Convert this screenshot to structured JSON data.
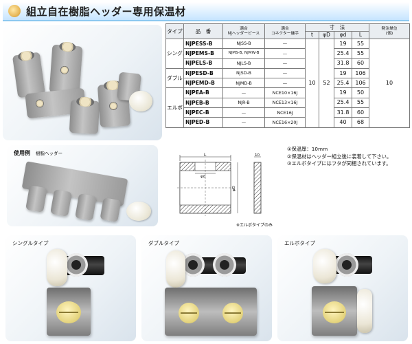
{
  "title": "組立自在樹脂ヘッダー専用保温材",
  "table": {
    "headers": {
      "type": "タイプ",
      "name": "品　番",
      "piece": "適合\nNJヘッダーピース",
      "connector": "適合\nコネクター継手",
      "dims": "寸　法",
      "t": "t",
      "phiD": "φD",
      "phid": "φd",
      "L": "L",
      "unit": "発注単位\n(個)"
    },
    "types": {
      "single": "シングル",
      "double": "ダブル",
      "elbow": "エルボ"
    },
    "rows": [
      {
        "name": "NJPESS-B",
        "piece": "NJSS-B",
        "connector": "—",
        "phid": "19",
        "L": "55"
      },
      {
        "name": "NJPEMS-B",
        "piece": "NJMS-B, NJMW-B",
        "connector": "—",
        "phid": "25.4",
        "L": "55"
      },
      {
        "name": "NJPELS-B",
        "piece": "NJLS-B",
        "connector": "—",
        "phid": "31.8",
        "L": "60"
      },
      {
        "name": "NJPESD-B",
        "piece": "NJSD-B",
        "connector": "—",
        "phid": "19",
        "L": "106"
      },
      {
        "name": "NJPEMD-B",
        "piece": "NJMD-B",
        "connector": "—",
        "phid": "25.4",
        "L": "106"
      },
      {
        "name": "NJPEA-B",
        "piece": "—",
        "connector": "NCE10×16J",
        "phid": "19",
        "L": "50"
      },
      {
        "name": "NJPEB-B",
        "piece": "NJR-B",
        "connector": "NCE13×16J",
        "phid": "25.4",
        "L": "55"
      },
      {
        "name": "NJPEC-B",
        "piece": "—",
        "connector": "NCE16J",
        "phid": "31.8",
        "L": "60"
      },
      {
        "name": "NJPED-B",
        "piece": "—",
        "connector": "NCE16×20J",
        "phid": "40",
        "L": "68"
      }
    ],
    "shared": {
      "t": "10",
      "phiD": "52",
      "unit": "10"
    }
  },
  "notes": [
    "①保温厚：10mm",
    "②保温材はヘッダー組立後に装着して下さい。",
    "③エルボタイプにはフタが同梱されています。"
  ],
  "usage": {
    "label": "使用例",
    "sub": "樹脂ヘッダー"
  },
  "drawing": {
    "L": "L",
    "phid": "φd",
    "phiD": "φD",
    "ten": "10",
    "note": "※エルボタイプのみ"
  },
  "panels": {
    "single": "シングルタイプ",
    "double": "ダブルタイプ",
    "elbow": "エルボタイプ"
  },
  "colors": {
    "title_bar": "#dcefff",
    "accent": "#8cc8f0",
    "table_header": "#e9edf1"
  }
}
